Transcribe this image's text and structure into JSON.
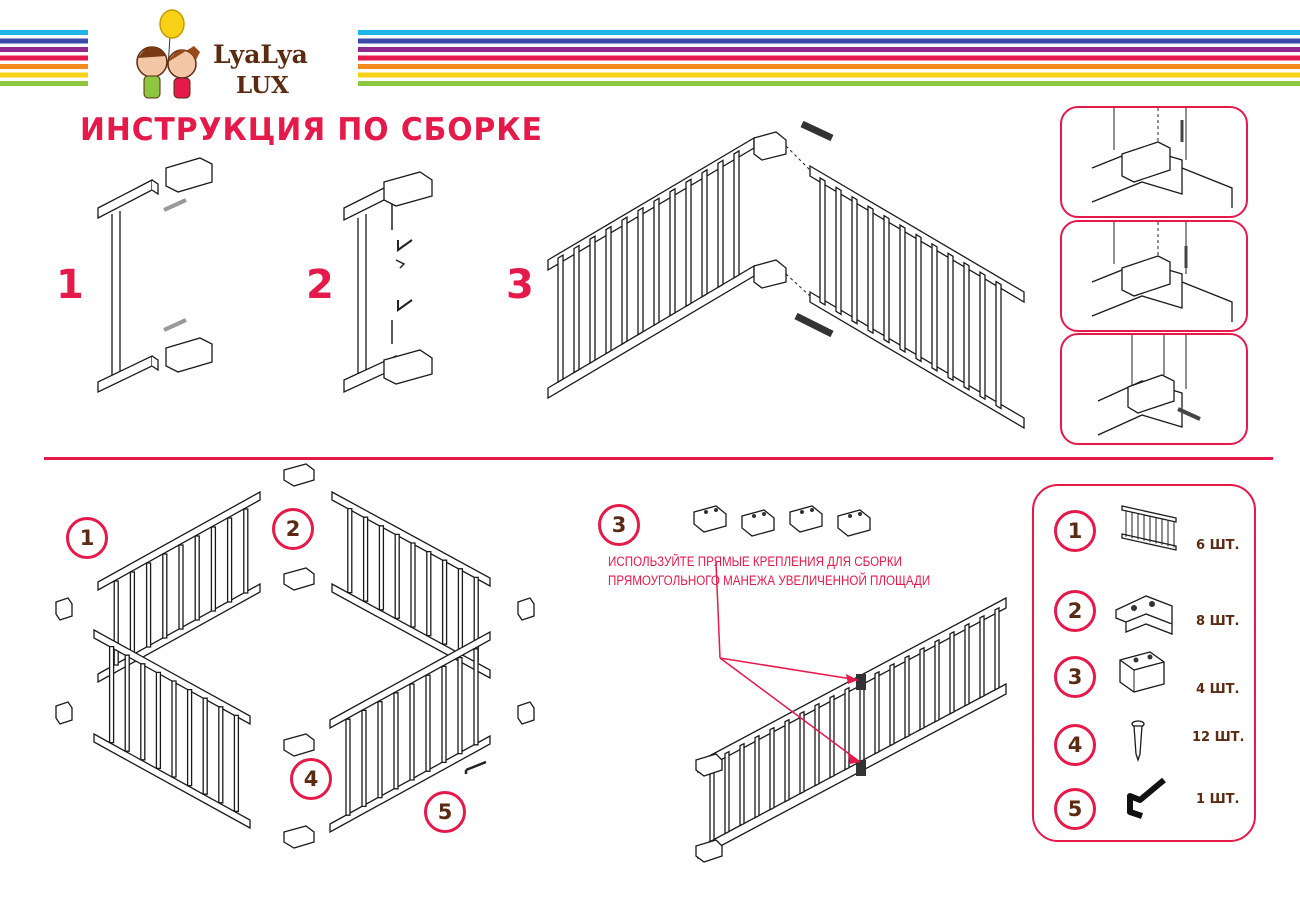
{
  "brand": {
    "line1": "LyaLya",
    "line2": "LUX"
  },
  "title": "ИНСТРУКЦИЯ ПО СБОРКЕ",
  "top_steps": [
    "1",
    "2",
    "3"
  ],
  "bottom_labels": [
    "1",
    "2",
    "3",
    "4",
    "5"
  ],
  "note": {
    "line1": "ИСПОЛЬЗУЙТЕ ПРЯМЫЕ КРЕПЛЕНИЯ ДЛЯ СБОРКИ",
    "line2": "ПРЯМОУГОЛЬНОГО МАНЕЖА УВЕЛИЧЕННОЙ ПЛОЩАДИ"
  },
  "parts": [
    {
      "num": "1",
      "qty": "6 ШТ.",
      "icon": "fence-panel-icon"
    },
    {
      "num": "2",
      "qty": "8 ШТ.",
      "icon": "corner-bracket-icon"
    },
    {
      "num": "3",
      "qty": "4 ШТ.",
      "icon": "straight-bracket-icon"
    },
    {
      "num": "4",
      "qty": "12 ШТ.",
      "icon": "screw-icon"
    },
    {
      "num": "5",
      "qty": "1 ШТ.",
      "icon": "hex-key-icon"
    }
  ],
  "colors": {
    "accent": "#e5194a",
    "brown": "#5a2a12",
    "stripes": [
      "#1fb5e9",
      "#3b4aa8",
      "#8e2a8f",
      "#e5194a",
      "#f28a1c",
      "#f7d117",
      "#8dc63f"
    ]
  }
}
